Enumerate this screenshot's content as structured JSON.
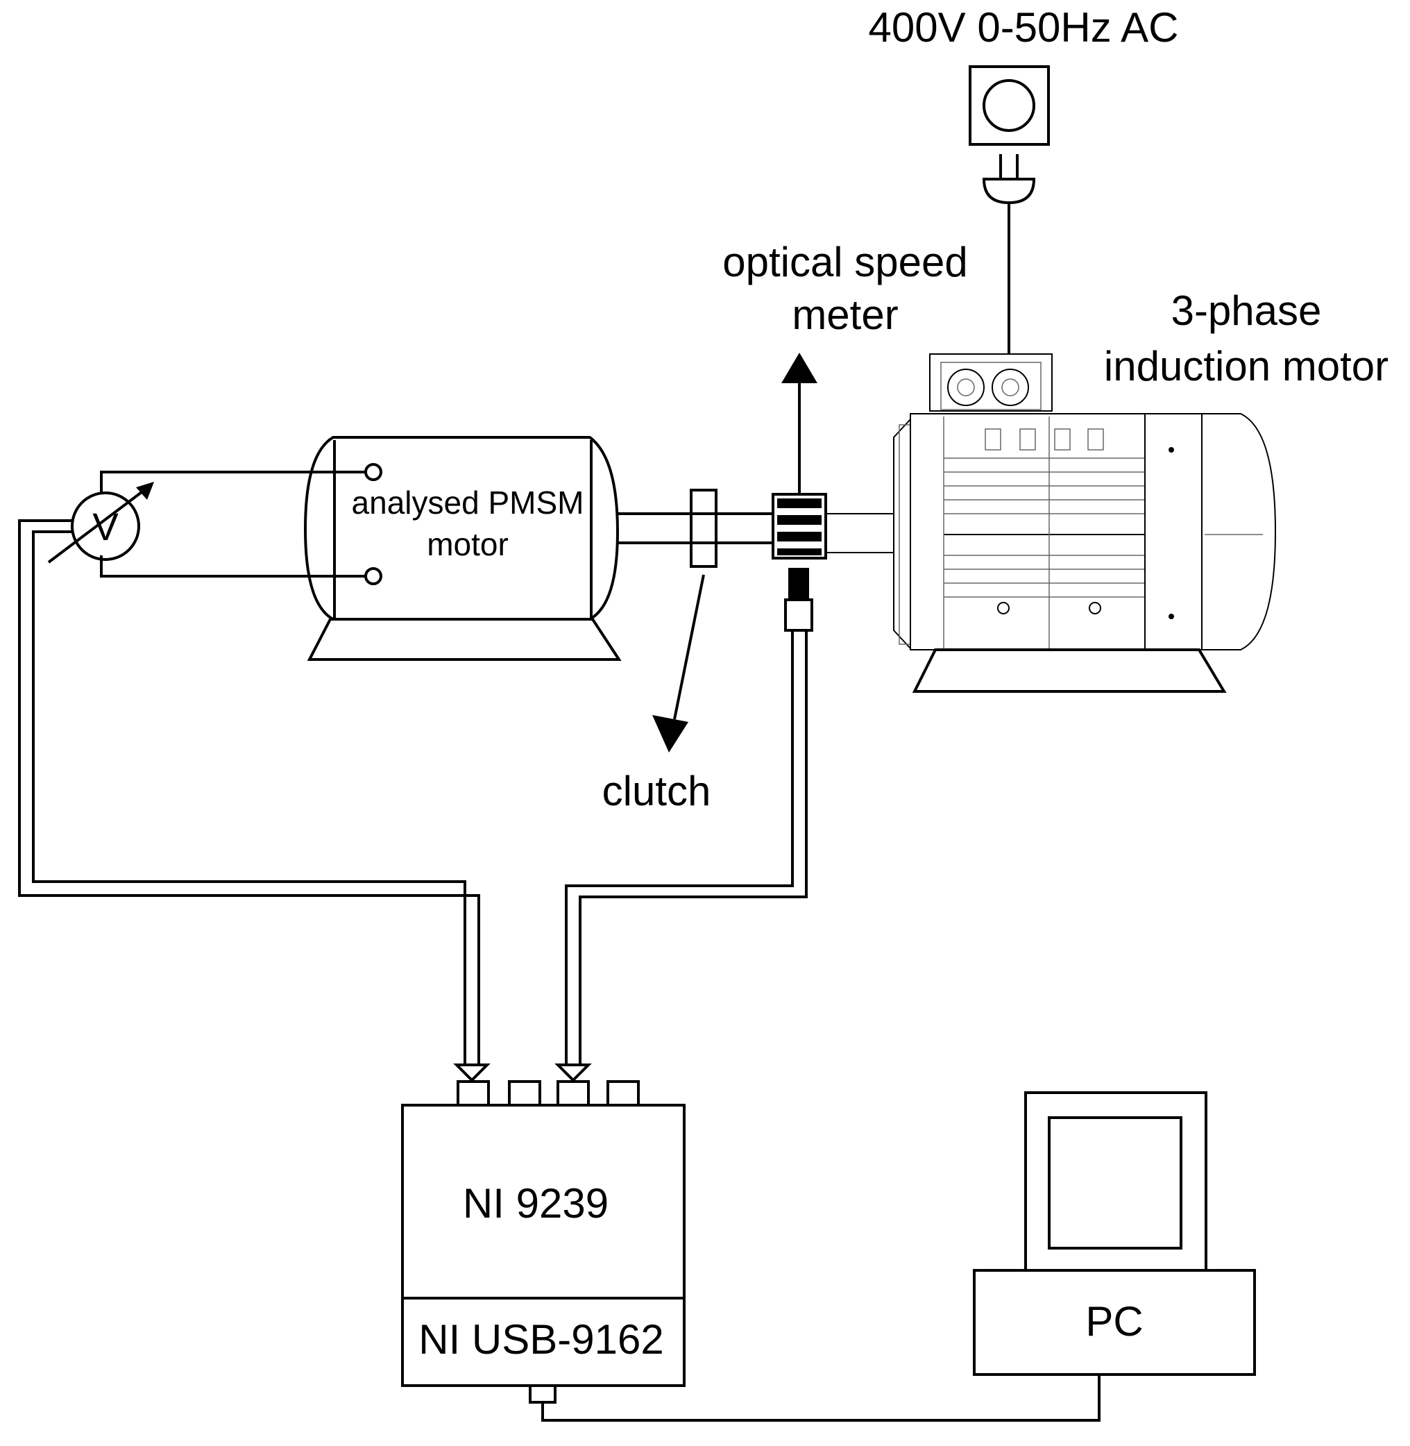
{
  "labels": {
    "supply": "400V 0-50Hz AC",
    "speed_meter_line1": "optical speed",
    "speed_meter_line2": "meter",
    "induction_line1": "3-phase",
    "induction_line2": "induction motor",
    "pmsm_line1": "analysed PMSM",
    "pmsm_line2": "motor",
    "voltmeter": "V",
    "clutch": "clutch",
    "daq_module": "NI 9239",
    "daq_carrier": "NI USB-9162",
    "pc": "PC"
  }
}
